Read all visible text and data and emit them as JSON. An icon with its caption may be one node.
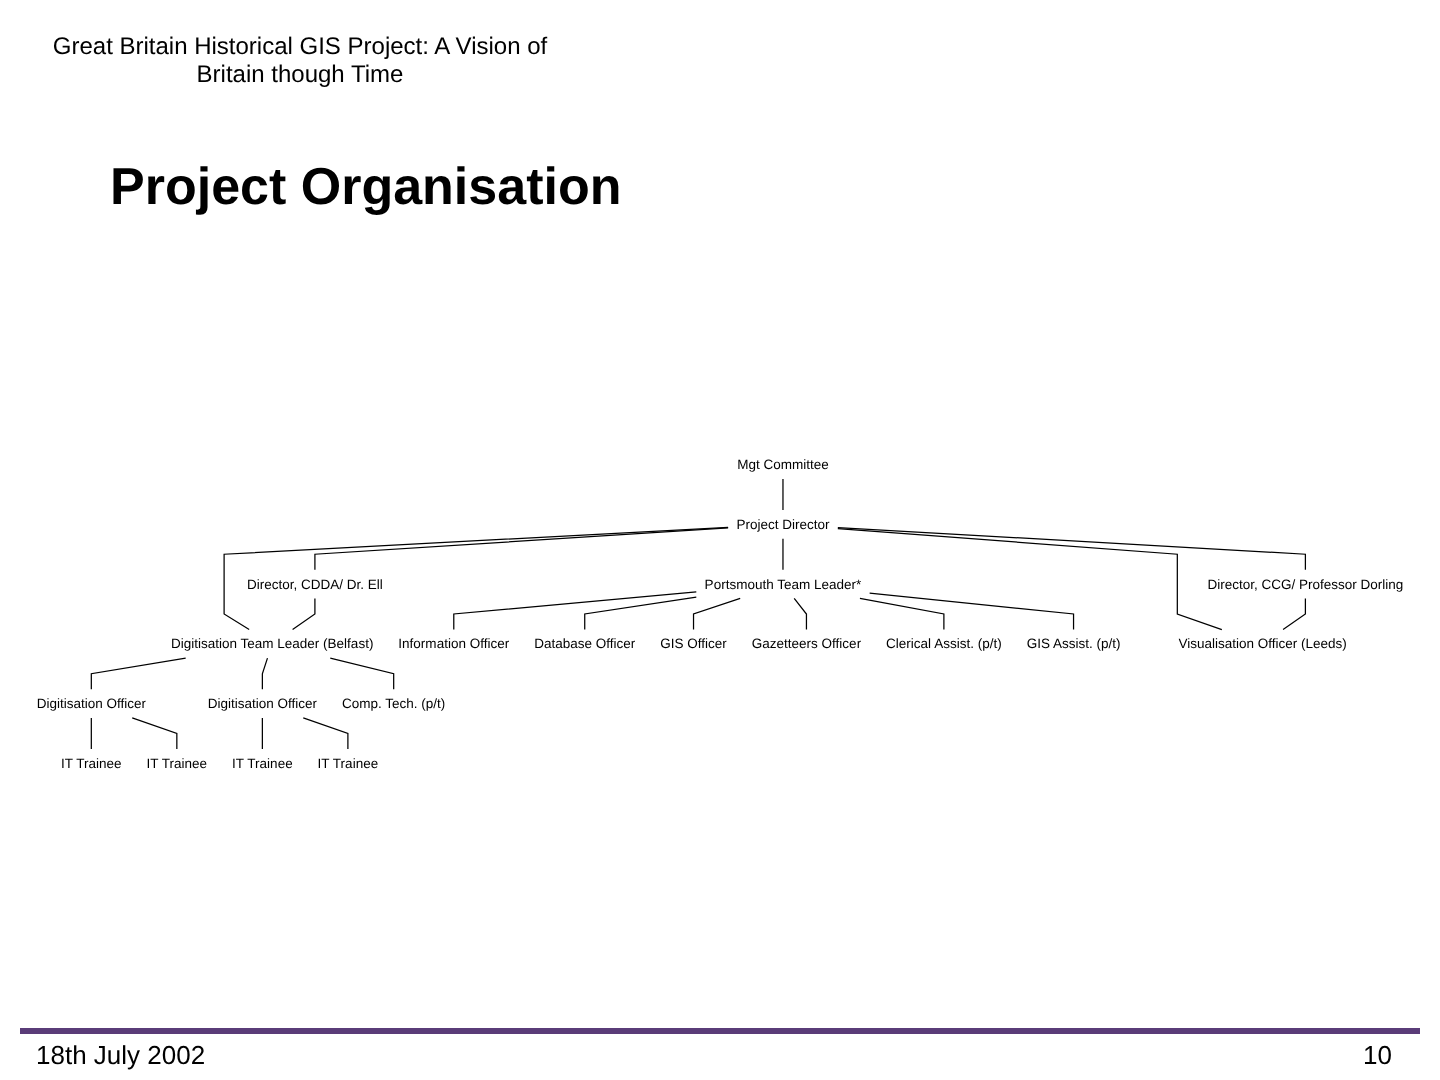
{
  "diagram": {
    "title": "Project Organisation",
    "nodes": [
      {
        "text": [
          "Mgt Committee"
        ]
      },
      {
        "text": [
          "Project Director"
        ]
      },
      {
        "text": [
          "Director, CDDA/ Dr. Ell"
        ]
      },
      {
        "text": [
          "Director, CCG/ Professor Dorling"
        ]
      },
      {
        "text": [
          "Portsmouth Team Leader*"
        ]
      },
      {
        "text": [
          "Digitisation Team Leader (Belfast)"
        ]
      },
      {
        "text": [
          "Information Officer"
        ]
      },
      {
        "text": [
          "Database Officer"
        ]
      },
      {
        "text": [
          "GIS Officer"
        ]
      },
      {
        "text": [
          "Gazetteers Officer"
        ]
      },
      {
        "text": [
          "Clerical Assist. (p/t)"
        ]
      },
      {
        "text": [
          "GIS Assist. (p/t)"
        ]
      },
      {
        "text": [
          "Visualisation Officer (Leeds)"
        ]
      },
      {
        "text": [
          "Digitisation Officer"
        ]
      },
      {
        "text": [
          "Digitisation Officer"
        ]
      },
      {
        "text": [
          "Comp. Tech. (p/t)"
        ]
      },
      {
        "text": [
          "IT Trainee"
        ]
      },
      {
        "text": [
          "IT Trainee"
        ]
      },
      {
        "text": [
          "IT Trainee"
        ]
      },
      {
        "text": [
          "IT Trainee"
        ]
      }
    ],
    "edges": [
      {
        "from": 0,
        "to": 1,
        "arrow": "none"
      },
      {
        "from": 1,
        "to": 2,
        "arrow": "none"
      },
      {
        "from": 1,
        "to": 5,
        "arrow": "none"
      },
      {
        "from": 1,
        "to": 4,
        "arrow": "none"
      },
      {
        "from": 1,
        "to": 12,
        "arrow": "none"
      },
      {
        "from": 1,
        "to": 3,
        "arrow": "none"
      },
      {
        "from": 2,
        "to": 5,
        "arrow": "none"
      },
      {
        "from": 3,
        "to": 12,
        "arrow": "none"
      },
      {
        "from": 4,
        "to": 6,
        "arrow": "none"
      },
      {
        "from": 4,
        "to": 7,
        "arrow": "none"
      },
      {
        "from": 4,
        "to": 8,
        "arrow": "none"
      },
      {
        "from": 4,
        "to": 9,
        "arrow": "none"
      },
      {
        "from": 4,
        "to": 10,
        "arrow": "none"
      },
      {
        "from": 4,
        "to": 11,
        "arrow": "none"
      },
      {
        "from": 5,
        "to": 13,
        "arrow": "none"
      },
      {
        "from": 5,
        "to": 14,
        "arrow": "none"
      },
      {
        "from": 5,
        "to": 15,
        "arrow": "none"
      },
      {
        "from": 13,
        "to": 16,
        "arrow": "none"
      },
      {
        "from": 13,
        "to": 17,
        "arrow": "none"
      },
      {
        "from": 14,
        "to": 18,
        "arrow": "none"
      },
      {
        "from": 14,
        "to": 19,
        "arrow": "none"
      }
    ],
    "labels": [
      "Great Britain Historical GIS Project: A Vision of Britain though Time",
      "18th July 2002",
      "10"
    ]
  }
}
